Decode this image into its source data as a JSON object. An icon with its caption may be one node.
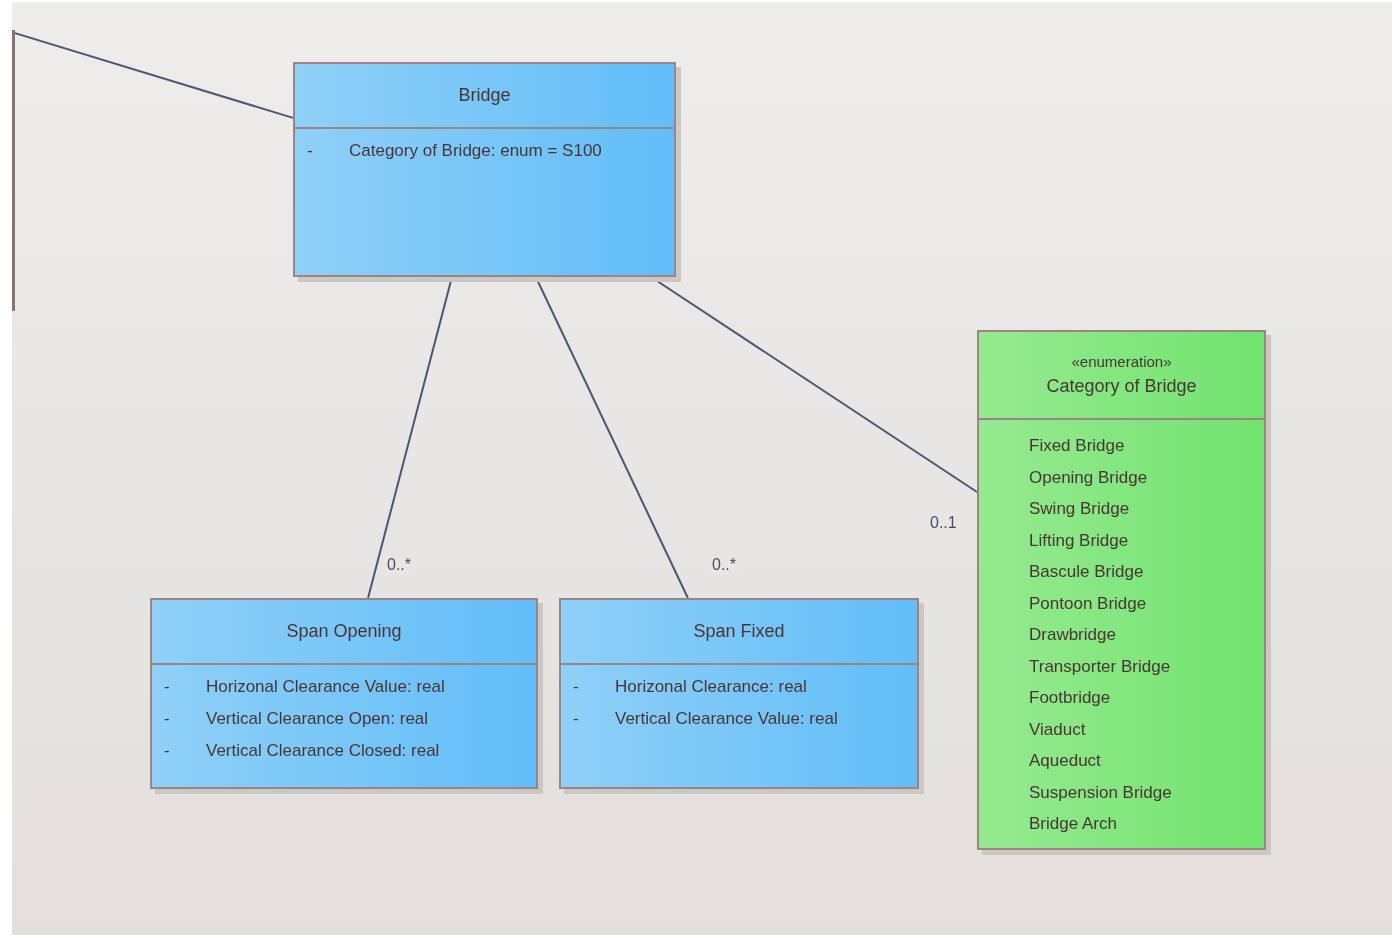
{
  "diagram": {
    "nodes": [
      {
        "text": [
          "Bridge",
          "-",
          "Category of Bridge: enum = S100"
        ]
      },
      {
        "text": [
          "Span Opening",
          "-",
          "Horizonal Clearance Value: real",
          "-",
          "Vertical Clearance Open: real",
          "-",
          "Vertical Clearance Closed: real"
        ]
      },
      {
        "text": [
          "Span Fixed",
          "-",
          "Horizonal Clearance: real",
          "-",
          "Vertical Clearance Value: real"
        ]
      },
      {
        "text": [
          "«enumeration»",
          "Category of Bridge",
          "Fixed Bridge",
          "Opening Bridge",
          "Swing Bridge",
          "Lifting Bridge",
          "Bascule Bridge",
          "Pontoon Bridge",
          "Drawbridge",
          "Transporter Bridge",
          "Footbridge",
          "Viaduct",
          "Aqueduct",
          "Suspension Bridge",
          "Bridge Arch"
        ]
      },
      {
        "text": [],
        "shape": "box"
      }
    ],
    "edges": [
      {
        "from": 4,
        "to": 0,
        "arrow": "none"
      },
      {
        "from": 0,
        "to": 1,
        "arrow": "none",
        "label": "0..*"
      },
      {
        "from": 0,
        "to": 2,
        "arrow": "none",
        "label": "0..*"
      },
      {
        "from": 0,
        "to": 3,
        "arrow": "none",
        "label": "0..1"
      }
    ]
  }
}
